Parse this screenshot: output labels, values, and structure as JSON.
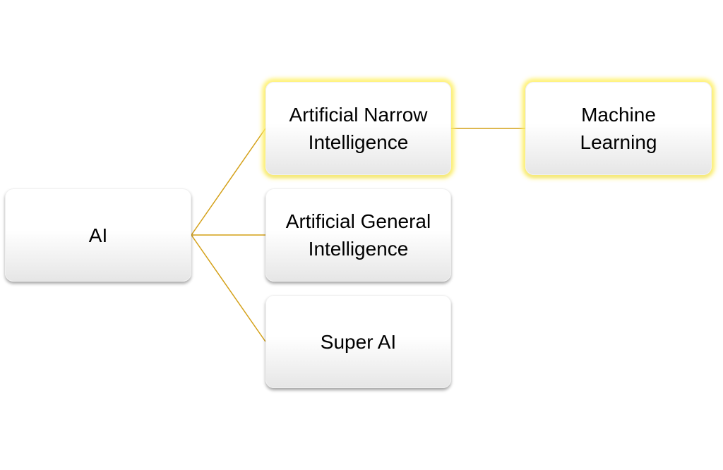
{
  "diagram": {
    "type": "tree",
    "connector_color": "#D4A017",
    "highlight_color": "#FFF066",
    "nodes": [
      {
        "id": "ai",
        "label": "AI",
        "highlighted": false
      },
      {
        "id": "ani",
        "label": "Artificial Narrow Intelligence",
        "line1": "Artificial Narrow",
        "line2": "Intelligence",
        "highlighted": true
      },
      {
        "id": "agi",
        "label": "Artificial General Intelligence",
        "line1": "Artificial General",
        "line2": "Intelligence",
        "highlighted": false
      },
      {
        "id": "sai",
        "label": "Super AI",
        "highlighted": false
      },
      {
        "id": "ml",
        "label": "Machine Learning",
        "line1": "Machine",
        "line2": "Learning",
        "highlighted": true
      }
    ],
    "edges": [
      {
        "from": "ai",
        "to": "ani"
      },
      {
        "from": "ai",
        "to": "agi"
      },
      {
        "from": "ai",
        "to": "sai"
      },
      {
        "from": "ani",
        "to": "ml"
      }
    ]
  }
}
